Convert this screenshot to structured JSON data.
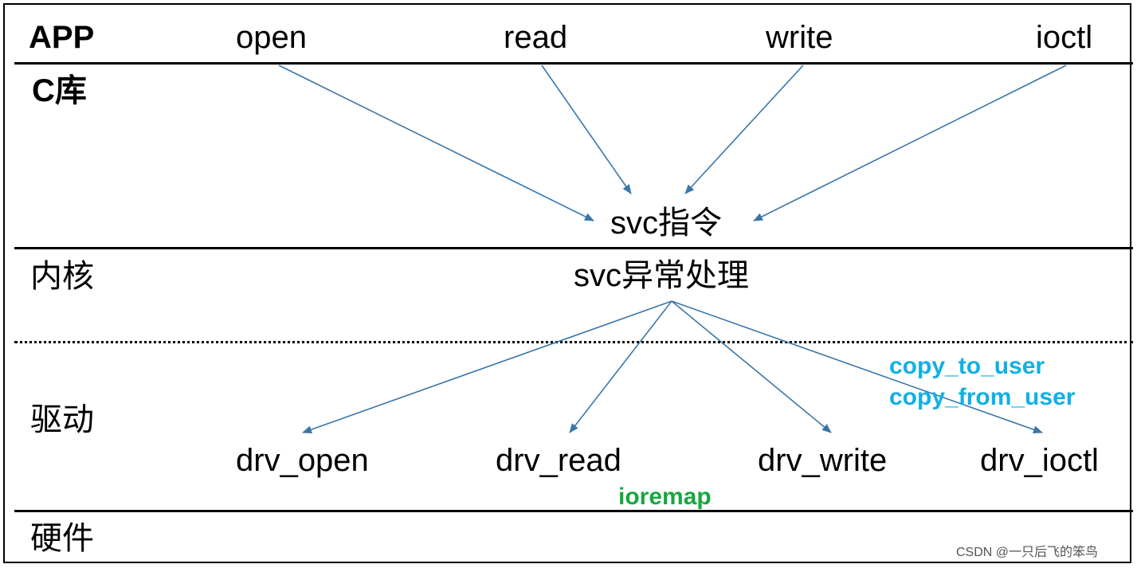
{
  "layers": {
    "app": "APP",
    "clib": "C库",
    "kernel": "内核",
    "driver": "驱动",
    "hardware": "硬件"
  },
  "app_calls": [
    "open",
    "read",
    "write",
    "ioctl"
  ],
  "clib_node": "svc指令",
  "kernel_node": "svc异常处理",
  "driver_funcs": [
    "drv_open",
    "drv_read",
    "drv_write",
    "drv_ioctl"
  ],
  "notes": {
    "copy_to_user": "copy_to_user",
    "copy_from_user": "copy_from_user",
    "ioremap": "ioremap"
  },
  "watermark": "CSDN @一只后飞的笨鸟",
  "colors": {
    "arrow": "#3a77a9",
    "note_cyan": "#10b0e6",
    "note_green": "#19a640"
  }
}
